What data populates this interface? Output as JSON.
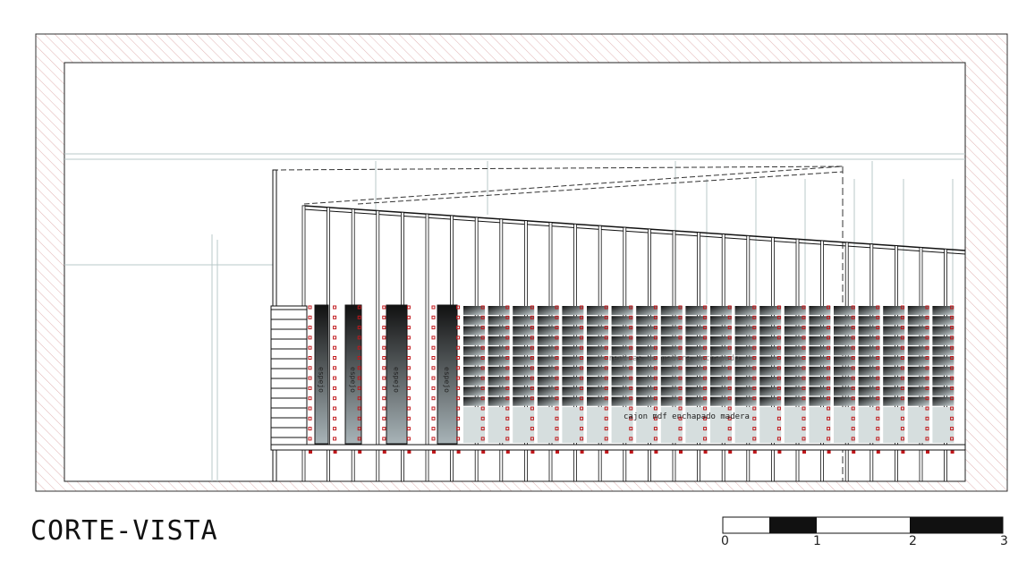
{
  "title": "CORTE-VISTA",
  "scale_bar": {
    "labels": [
      "0",
      "1",
      "2",
      "3"
    ]
  },
  "annotations": {
    "drawer_label": "cajon mdf enchapado madera",
    "shelf_label": "repisas de madera enchapado",
    "mirror_labels": [
      "espejo",
      "espejo",
      "espejo",
      "espejo"
    ]
  },
  "colors": {
    "line": "#111111",
    "red": "#c0171b",
    "cyan_grey": "#b8c8c8",
    "hatch": "#d9a3a3"
  }
}
